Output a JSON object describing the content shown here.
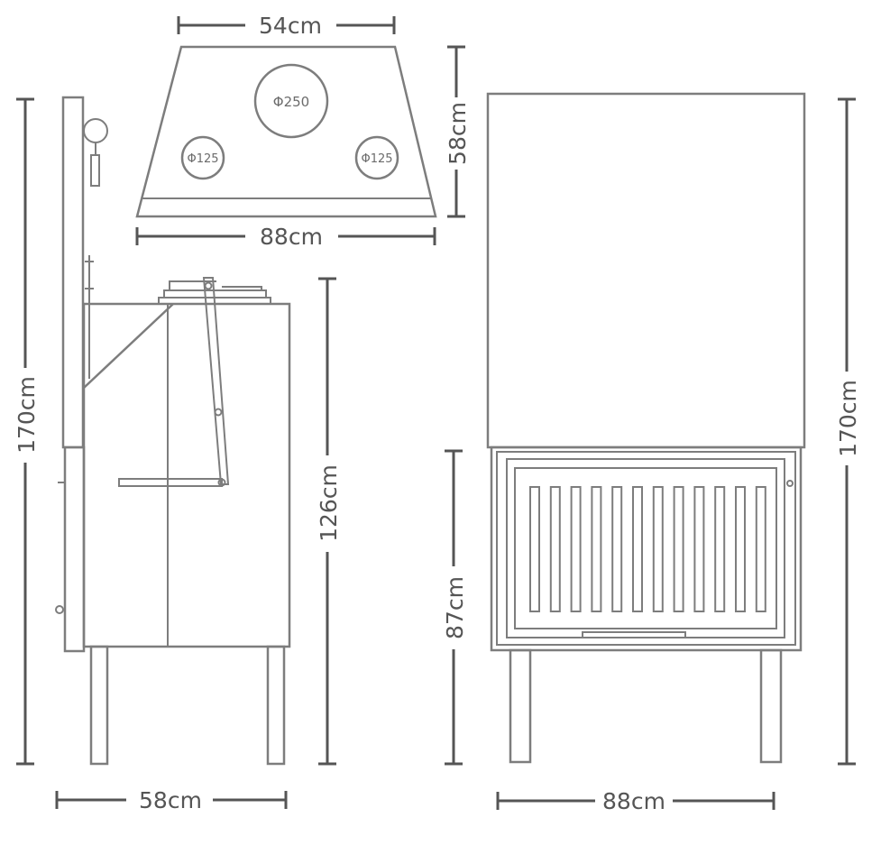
{
  "top_view": {
    "width_top": "54cm",
    "width_bottom": "88cm",
    "depth": "58cm",
    "flue_main": "Φ250",
    "flue_left": "Φ125",
    "flue_right": "Φ125"
  },
  "side_view": {
    "total_height": "170cm",
    "body_height": "126cm",
    "depth": "58cm"
  },
  "front_view": {
    "firebox_height": "87cm",
    "total_height": "170cm",
    "width": "88cm"
  },
  "colors": {
    "outline": "#7d7d7d",
    "dimension": "#555555",
    "background": "#ffffff"
  }
}
